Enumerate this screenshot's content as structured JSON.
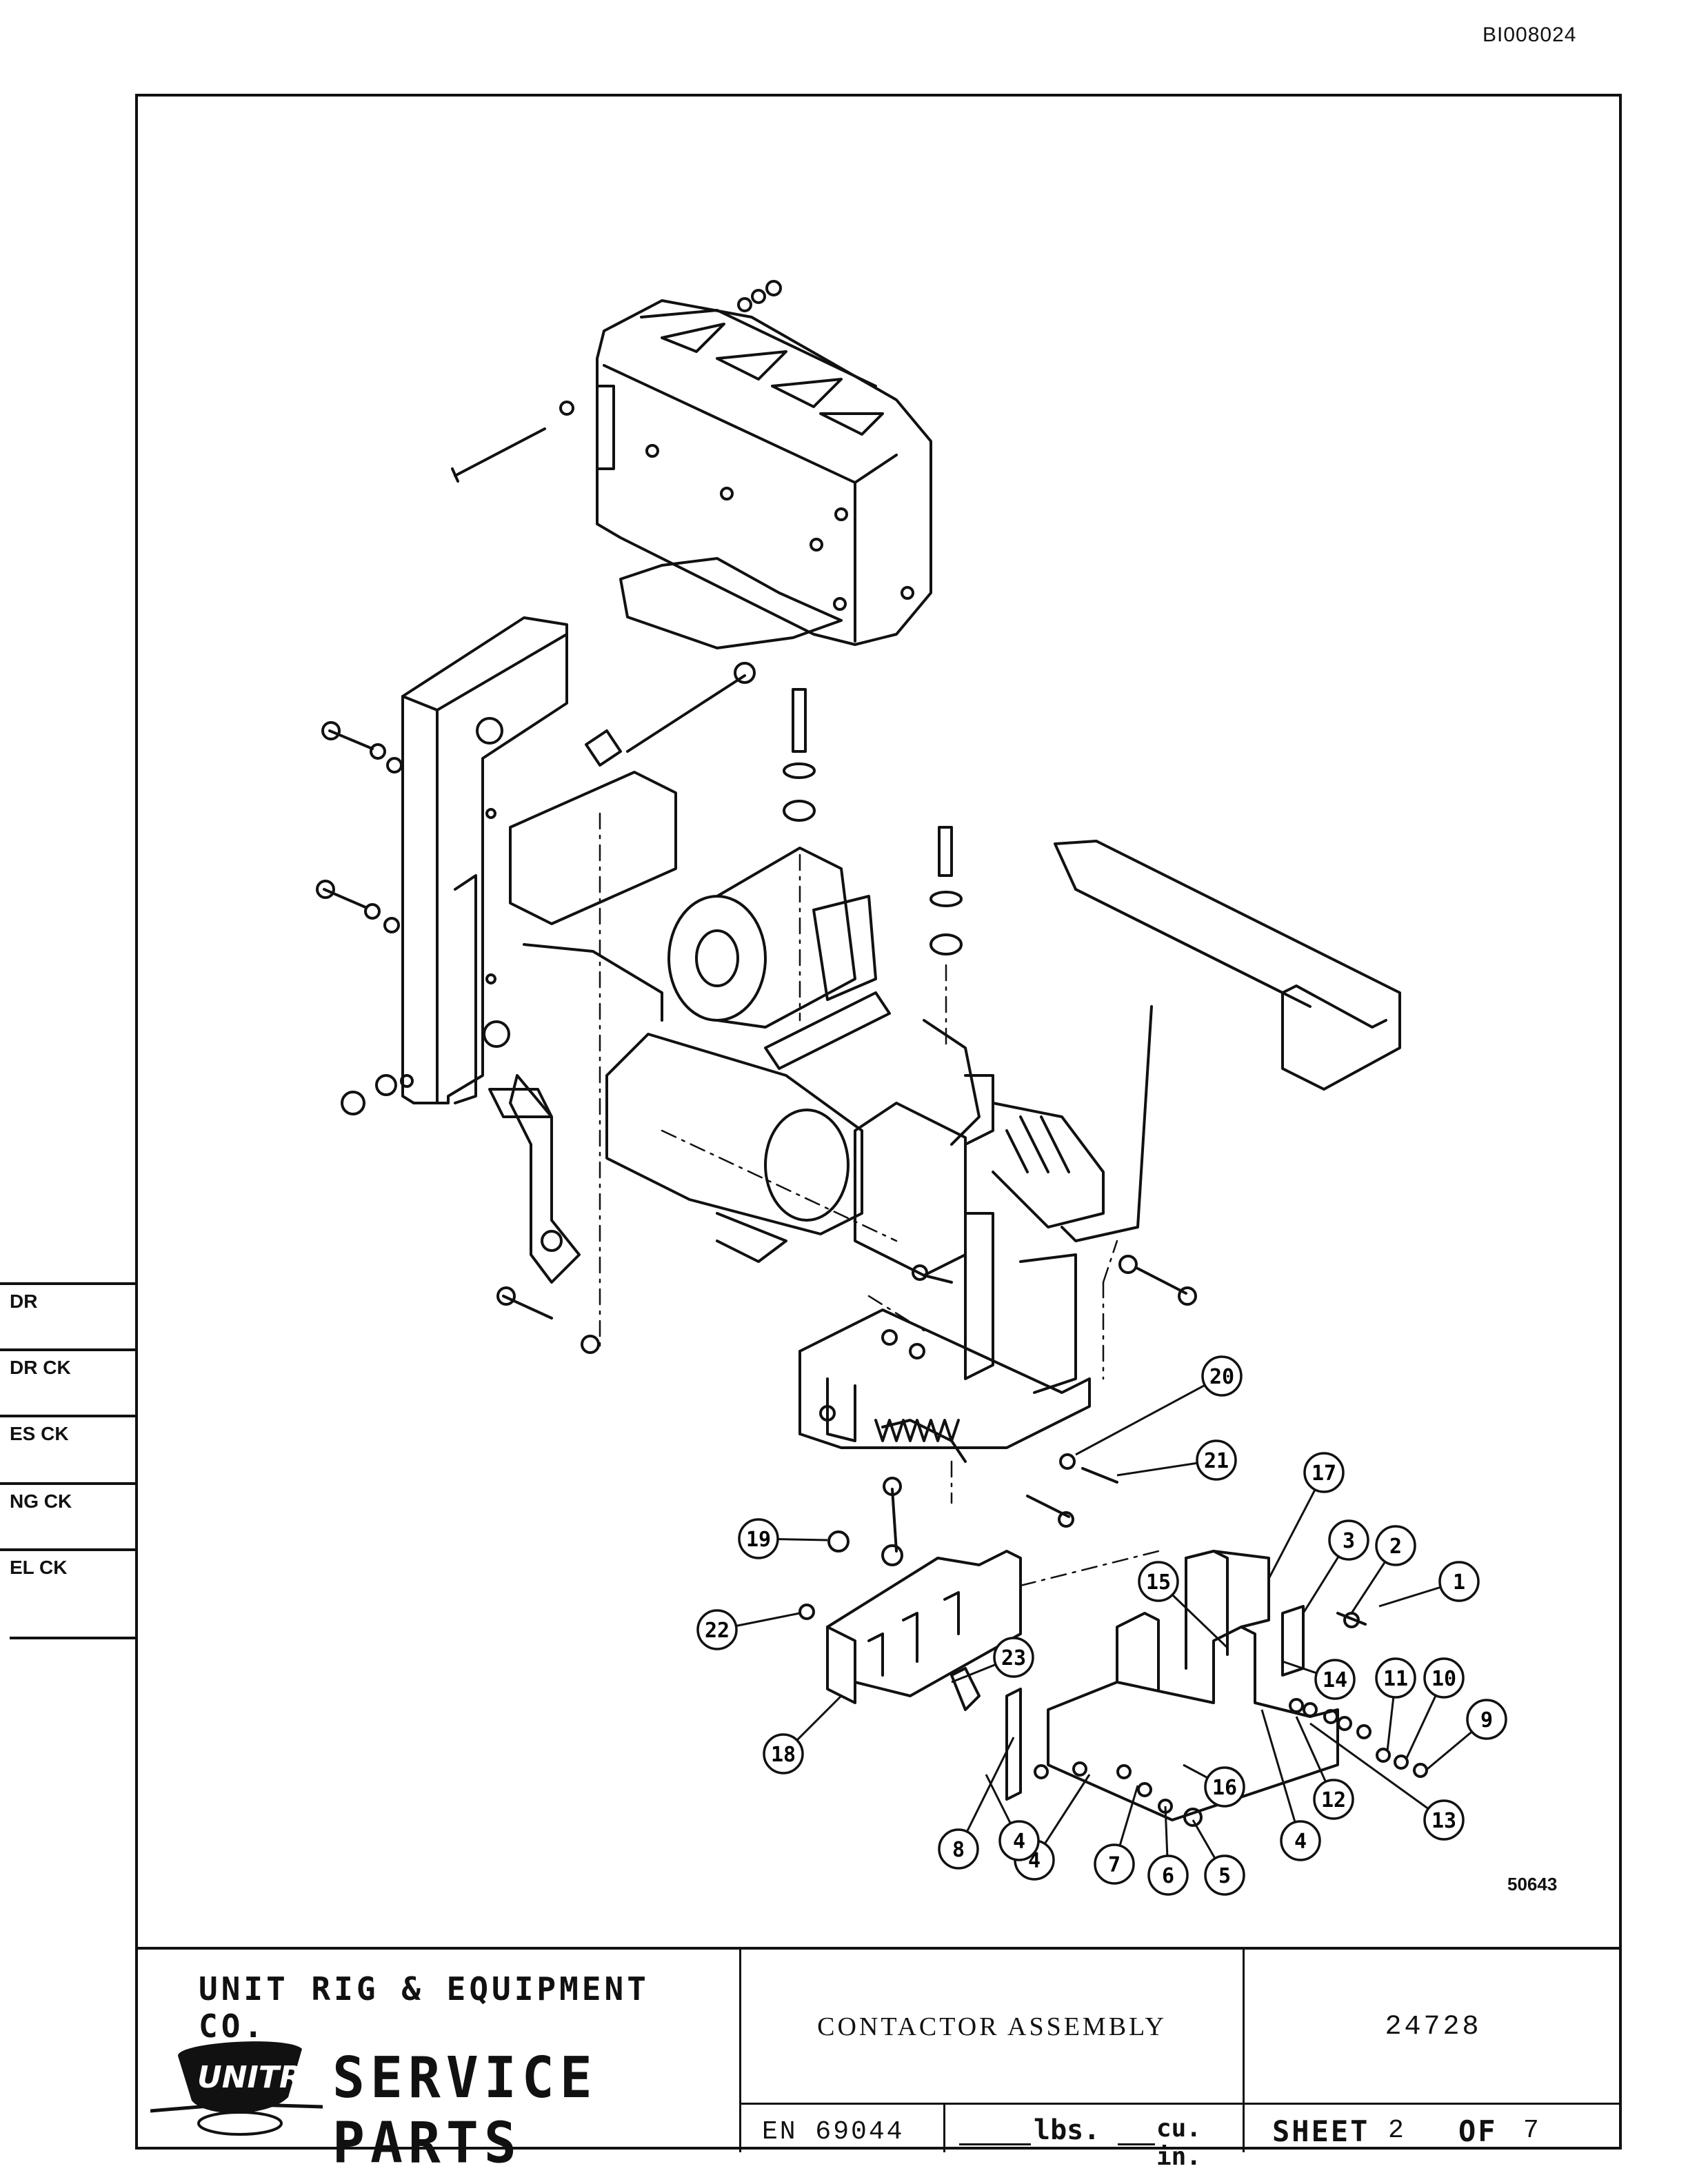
{
  "header": {
    "document_id": "BI008024"
  },
  "side_tabs": [
    {
      "label": "DR"
    },
    {
      "label": "DR CK"
    },
    {
      "label": "ES CK"
    },
    {
      "label": "NG CK"
    },
    {
      "label": "EL CK"
    }
  ],
  "diagram": {
    "figure_number": "50643",
    "callouts": [
      "1",
      "2",
      "3",
      "4",
      "4",
      "4",
      "5",
      "6",
      "7",
      "8",
      "9",
      "10",
      "11",
      "12",
      "13",
      "14",
      "15",
      "16",
      "17",
      "18",
      "19",
      "20",
      "21",
      "22",
      "23"
    ]
  },
  "title_block": {
    "company": "UNIT RIG & EQUIPMENT CO.",
    "logo_text": "UNITRIG",
    "service_parts": "SERVICE PARTS",
    "title": "CONTACTOR ASSEMBLY",
    "part_number": "24728",
    "en_number": "EN 69044",
    "weight_unit": "lbs.",
    "volume_unit": "cu. in.",
    "sheet_label": "SHEET",
    "sheet_number": "2",
    "of_label": "OF",
    "sheet_total": "7"
  }
}
